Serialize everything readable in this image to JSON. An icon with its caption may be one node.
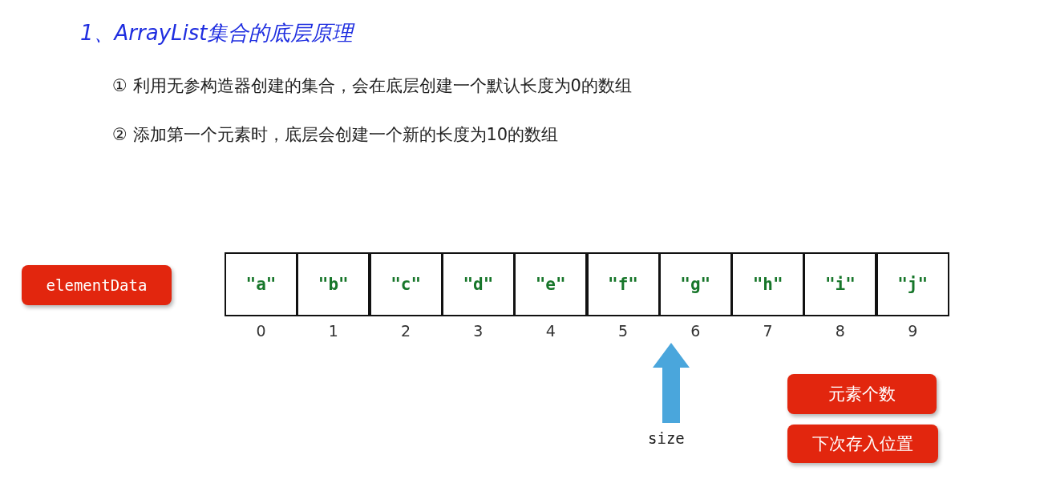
{
  "diagram": {
    "title": "1、ArrayList集合的底层原理",
    "nodes": [
      {
        "text": [
          "elementData"
        ]
      },
      {
        "text": [
          "\"a\""
        ],
        "beside": [
          "0"
        ]
      },
      {
        "text": [
          "\"b\""
        ],
        "beside": [
          "1"
        ]
      },
      {
        "text": [
          "\"c\""
        ],
        "beside": [
          "2"
        ]
      },
      {
        "text": [
          "\"d\""
        ],
        "beside": [
          "3"
        ]
      },
      {
        "text": [
          "\"e\""
        ],
        "beside": [
          "4"
        ]
      },
      {
        "text": [
          "\"f\""
        ],
        "beside": [
          "5"
        ]
      },
      {
        "text": [
          "\"g\""
        ],
        "beside": [
          "6"
        ]
      },
      {
        "text": [
          "\"h\""
        ],
        "beside": [
          "7"
        ]
      },
      {
        "text": [
          "\"i\""
        ],
        "beside": [
          "8"
        ]
      },
      {
        "text": [
          "\"j\""
        ],
        "beside": [
          "9"
        ]
      },
      {
        "text": [
          "元素个数"
        ]
      },
      {
        "text": [
          "下次存入位置"
        ]
      }
    ],
    "labels": [
      "① 利用无参构造器创建的集合，会在底层创建一个默认长度为0的数组",
      "② 添加第一个元素时，底层会创建一个新的长度为10的数组",
      "size"
    ]
  }
}
